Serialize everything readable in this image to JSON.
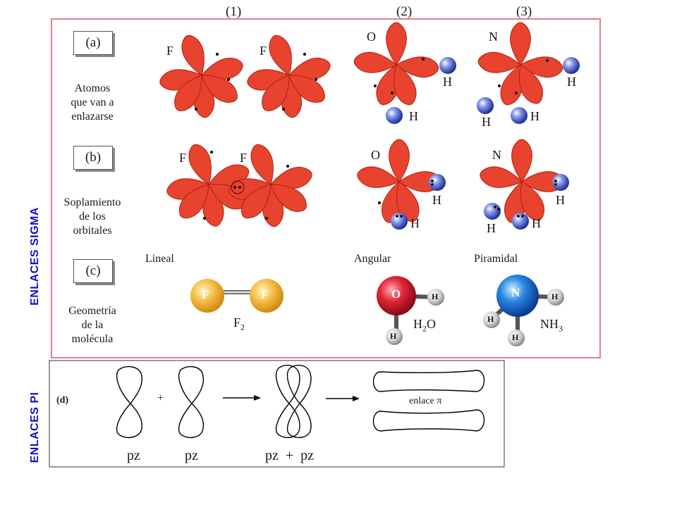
{
  "columns": [
    "(1)",
    "(2)",
    "(3)"
  ],
  "rows": [
    {
      "tag": "(a)",
      "desc": [
        "Atomos",
        "que van a",
        "enlazarse"
      ]
    },
    {
      "tag": "(b)",
      "desc": [
        "Soplamiento",
        "de los",
        "orbitales"
      ]
    },
    {
      "tag": "(c)",
      "desc": [
        "Geometría",
        "de la",
        "molécula"
      ]
    }
  ],
  "atoms": {
    "a_F1": "F",
    "a_F2": "F",
    "a_O": "O",
    "a_N": "N",
    "a_H_o1": "H",
    "a_H_o2": "H",
    "a_H_n1": "H",
    "a_H_n2": "H",
    "a_H_n3": "H",
    "b_F1": "F",
    "b_F2": "F",
    "b_O": "O",
    "b_N": "N",
    "b_H_o1": "H",
    "b_H_o2": "H",
    "b_H_n1": "H",
    "b_H_n2": "H",
    "b_H_n3": "H"
  },
  "geometry": {
    "lineal": "Lineal",
    "angular": "Angular",
    "piramidal": "Piramidal",
    "f2_atom1": "F",
    "f2_atom2": "F",
    "f2_formula": "F",
    "f2_sub": "2",
    "h2o_O": "O",
    "h2o_H1": "H",
    "h2o_H2": "H",
    "h2o_formula": "H",
    "h2o_sub": "2",
    "h2o_formula_end": "O",
    "nh3_N": "N",
    "nh3_H1": "H",
    "nh3_H2": "H",
    "nh3_H3": "H",
    "nh3_formula": "NH",
    "nh3_sub": "3"
  },
  "pi_panel": {
    "tag": "(d)",
    "plus1": "+",
    "pz1": "pz",
    "pz2": "pz",
    "pz_sum": "pz  +  pz",
    "bond_label": "enlace π"
  },
  "side_labels": {
    "sigma": "ENLACES SIGMA",
    "pi": "ENLACES  PI"
  },
  "colors": {
    "frame": "#e0808a",
    "lobe": "#e8432e",
    "lobe_edge": "#b02010",
    "h_blue": "#3a50c0",
    "label_blue": "#1010c8",
    "o_red": "#d02030",
    "n_blue": "#1a6ad0",
    "f_gold": "#f0b030"
  }
}
